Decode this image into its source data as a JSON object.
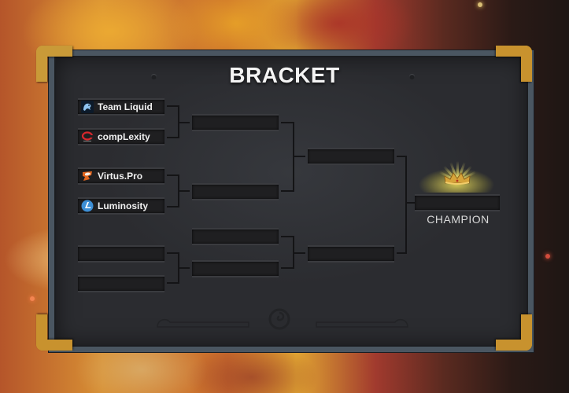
{
  "title": "BRACKET",
  "round1": [
    {
      "team": "Team Liquid",
      "icon": "team-liquid-logo-icon"
    },
    {
      "team": "compLexity",
      "icon": "complexity-logo-icon"
    },
    {
      "team": "Virtus.Pro",
      "icon": "virtus-pro-logo-icon"
    },
    {
      "team": "Luminosity",
      "icon": "luminosity-logo-icon"
    },
    {
      "team": "",
      "icon": ""
    },
    {
      "team": "",
      "icon": ""
    }
  ],
  "round2": [
    {
      "team": ""
    },
    {
      "team": ""
    },
    {
      "team": ""
    },
    {
      "team": ""
    }
  ],
  "semifinals": [
    {
      "team": ""
    },
    {
      "team": ""
    }
  ],
  "champion": {
    "team": "",
    "label": "CHAMPION",
    "icon": "crown-icon"
  },
  "colors": {
    "gold_frame": "#c8922e",
    "board": "#2c2d31",
    "steel_border": "#4a5661",
    "slot": "#1f1f21"
  }
}
